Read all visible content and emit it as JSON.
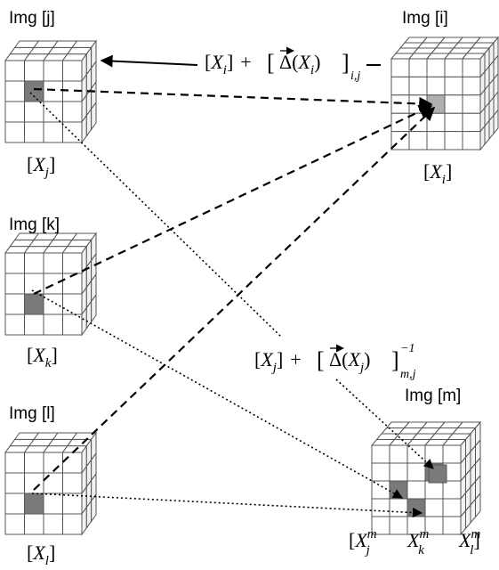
{
  "images": {
    "j": {
      "title": "Img [j]",
      "var": "X",
      "sub": "j"
    },
    "i": {
      "title": "Img [i]",
      "var": "X",
      "sub": "i"
    },
    "k": {
      "title": "Img [k]",
      "var": "X",
      "sub": "k"
    },
    "l": {
      "title": "Img [l]",
      "var": "X",
      "sub": "l"
    },
    "m": {
      "title": "Img [m]"
    }
  },
  "m_labels": [
    {
      "var": "X",
      "sub": "j",
      "sup": "m"
    },
    {
      "var": "X",
      "sub": "k",
      "sup": "m"
    },
    {
      "var": "X",
      "sub": "l",
      "sup": "m"
    }
  ],
  "formula_top": {
    "var": "X",
    "var_sub": "i",
    "plus": "+",
    "delta": "Δ",
    "arg_var": "X",
    "arg_sub": "i",
    "outer_sub": "i,j"
  },
  "formula_mid": {
    "var": "X",
    "var_sub": "j",
    "plus": "+",
    "delta": "Δ",
    "arg_var": "X",
    "arg_sub": "j",
    "outer_sub": "m,j",
    "outer_sup": "−1"
  },
  "colors": {
    "grid_line": "#555555",
    "face_front": "#ffffff",
    "face_top": "#ffffff",
    "face_side": "#f2f2f2",
    "highlight": "#7a7a7a",
    "pixel_i": "#b0b0b0"
  }
}
